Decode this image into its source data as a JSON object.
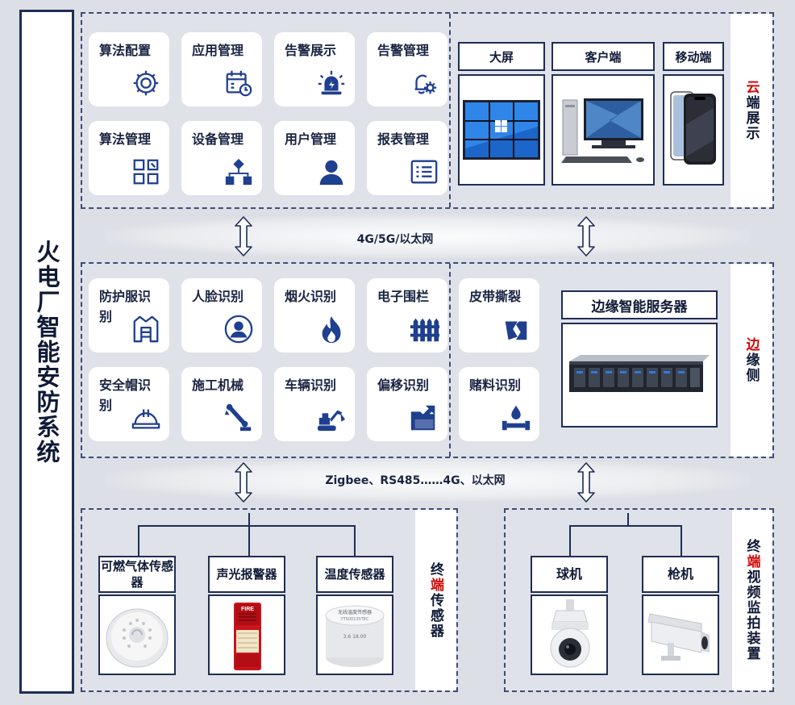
{
  "title": "火电厂智能安防系统",
  "cloud": {
    "label_pre": "云",
    "label_post": "端展示",
    "tiles": [
      {
        "label": "算法配置",
        "icon": "gear-icon"
      },
      {
        "label": "应用管理",
        "icon": "calendar-clock-icon"
      },
      {
        "label": "告警展示",
        "icon": "alarm-light-icon"
      },
      {
        "label": "告警管理",
        "icon": "bell-gear-icon"
      },
      {
        "label": "算法管理",
        "icon": "grid-apps-icon"
      },
      {
        "label": "设备管理",
        "icon": "org-chart-icon"
      },
      {
        "label": "用户管理",
        "icon": "user-icon"
      },
      {
        "label": "报表管理",
        "icon": "list-report-icon"
      }
    ],
    "devices": [
      {
        "label": "大屏"
      },
      {
        "label": "客户端"
      },
      {
        "label": "移动端"
      }
    ]
  },
  "link_top": "4G/5G/以太网",
  "edge": {
    "label_pre": "边",
    "label_post": "缘侧",
    "tiles": [
      {
        "label": "防护服识别",
        "icon": "vest-icon"
      },
      {
        "label": "人脸识别",
        "icon": "face-icon"
      },
      {
        "label": "烟火识别",
        "icon": "flame-icon"
      },
      {
        "label": "电子围栏",
        "icon": "fence-icon"
      },
      {
        "label": "皮带撕裂",
        "icon": "belt-tear-icon"
      },
      {
        "label": "安全帽识别",
        "icon": "helmet-icon"
      },
      {
        "label": "施工机械",
        "icon": "crane-arm-icon"
      },
      {
        "label": "车辆识别",
        "icon": "excavator-icon"
      },
      {
        "label": "偏移识别",
        "icon": "folder-arrow-icon"
      },
      {
        "label": "赌料识别",
        "icon": "pipe-drop-icon"
      }
    ],
    "server_title": "边缘智能服务器"
  },
  "link_bottom": "Zigbee、RS485……4G、以太网",
  "sensors": {
    "label_pre": "终",
    "label_red": "端",
    "label_post": "传感器",
    "items": [
      {
        "label": "可燃气体传感器"
      },
      {
        "label": "声光报警器"
      },
      {
        "label": "温度传感器"
      }
    ],
    "alarm_text": "FIRE",
    "temp_text_1": "无线温度传感器",
    "temp_text_2": "YTS0013STEC",
    "temp_text_3": "3.6  18.00"
  },
  "video": {
    "label_pre": "终",
    "label_red": "端",
    "label_post": "视频监拍装置",
    "items": [
      {
        "label": "球机"
      },
      {
        "label": "枪机"
      }
    ]
  }
}
